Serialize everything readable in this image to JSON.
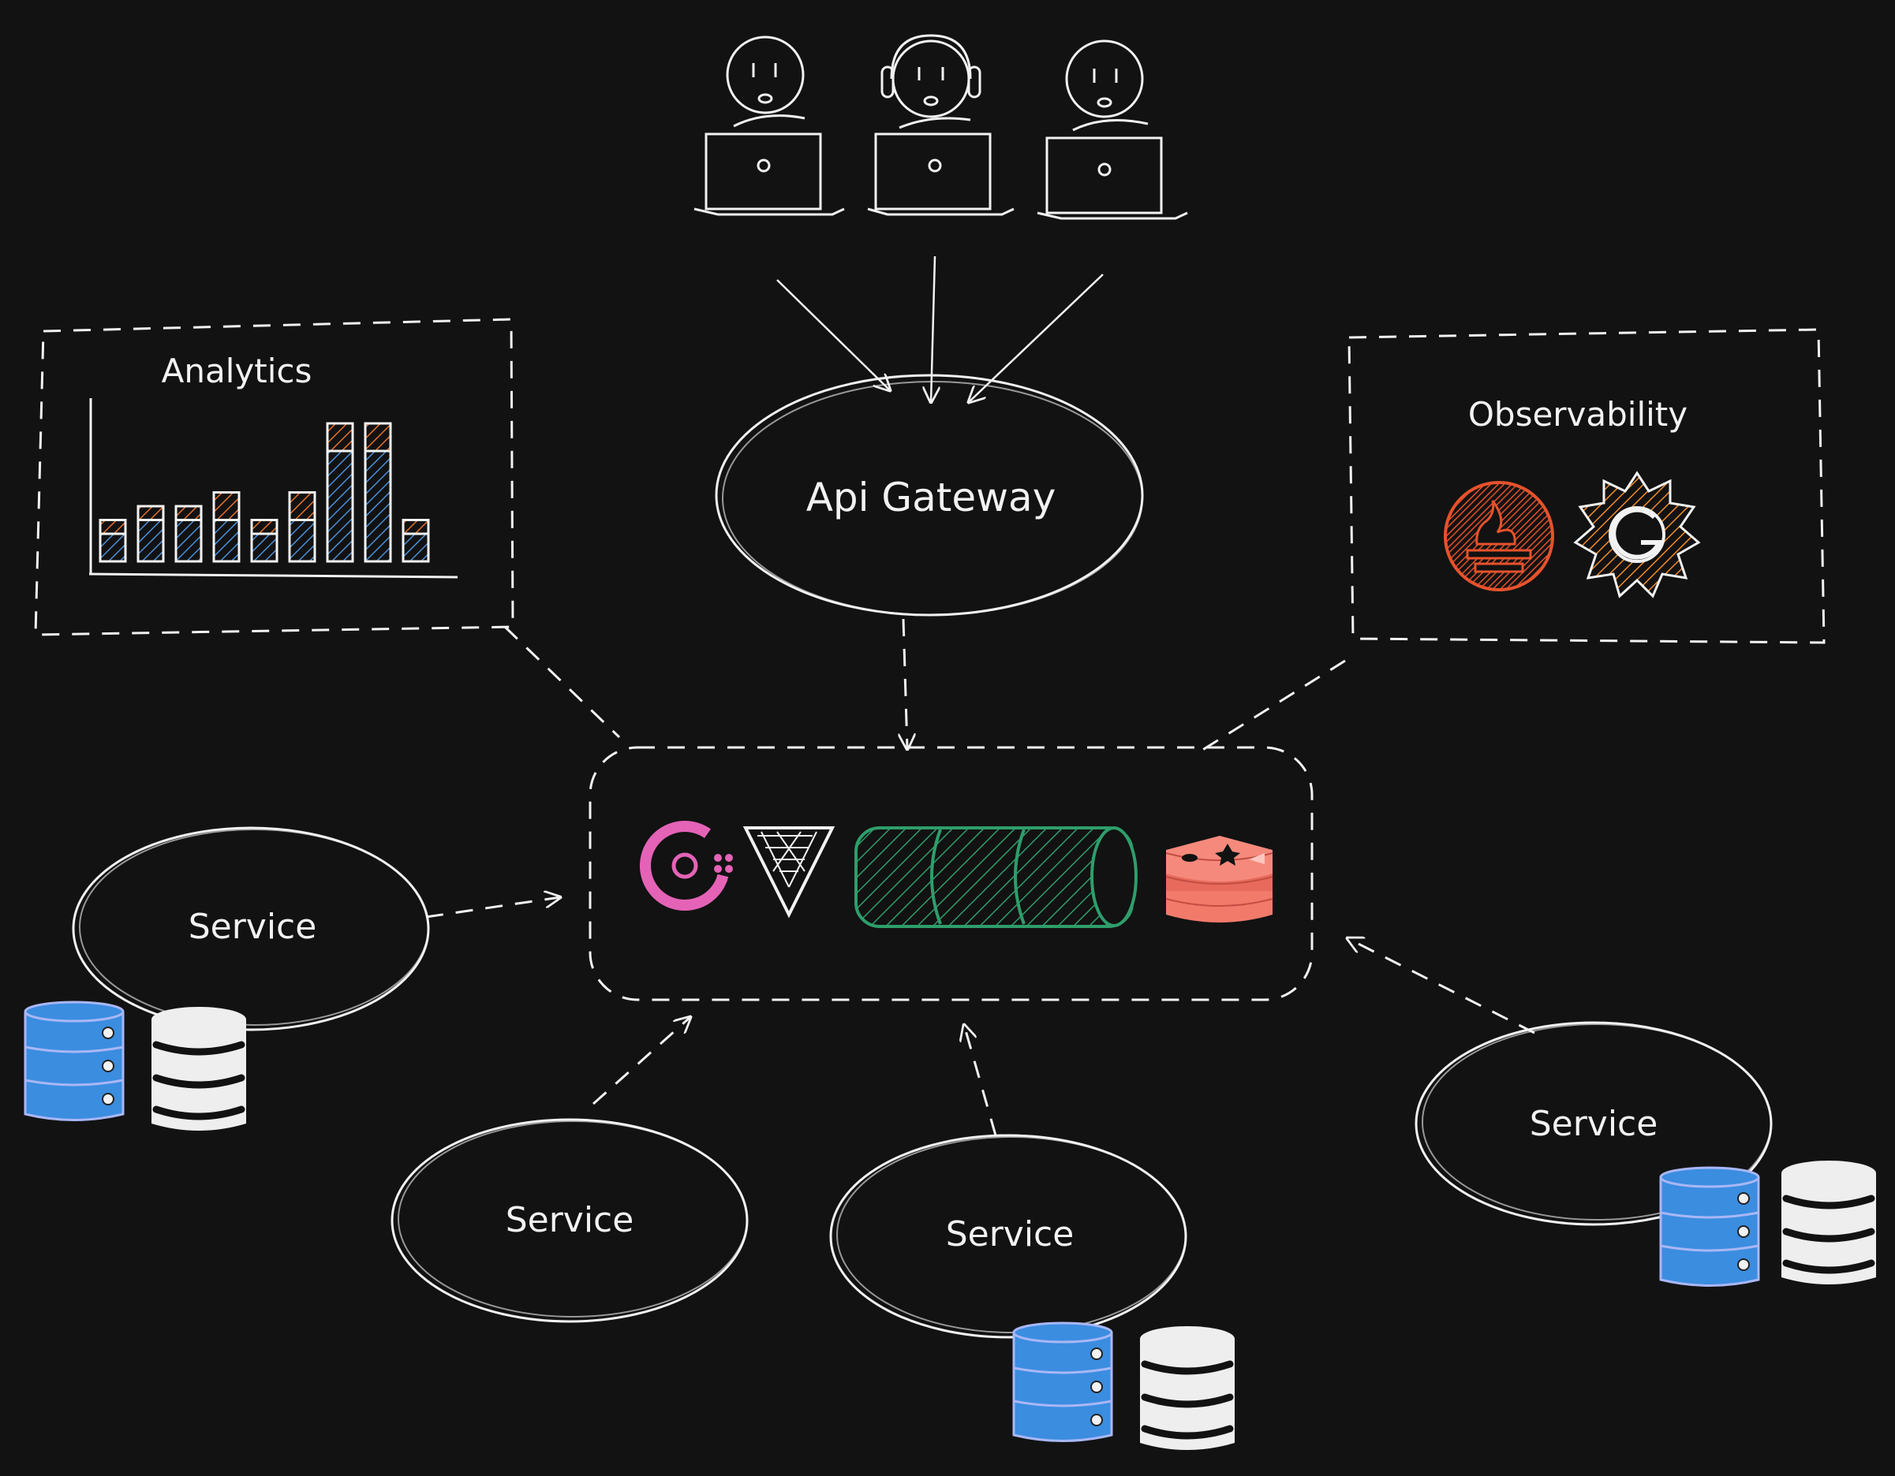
{
  "labels": {
    "analytics": "Analytics",
    "observability": "Observability",
    "gateway": "Api Gateway",
    "service": "Service"
  },
  "colors": {
    "background": "#121212",
    "stroke": "#f2f2f2",
    "db_blue": "#3b8de0",
    "db_blue_outline": "#a9b7f5",
    "db_white": "#eeeeee",
    "bar_blue": "#4a90d9",
    "bar_orange": "#e8712b",
    "consul_pink": "#e463b7",
    "kafka_green": "#2e9e6b",
    "redis_salmon": "#f27a6b",
    "prometheus": "#e6522c",
    "grafana_orange": "#f28c28"
  },
  "chart_data": {
    "type": "bar",
    "title": "Analytics",
    "stacked": true,
    "series": [
      {
        "name": "",
        "values": [
          2,
          3,
          3,
          3,
          2,
          3,
          8,
          8,
          2
        ]
      },
      {
        "name": "",
        "values": [
          1,
          1,
          1,
          2,
          1,
          2,
          2,
          2,
          1
        ]
      }
    ]
  },
  "icons": [
    "user-icon",
    "support-agent-icon",
    "user-icon",
    "laptop-icon",
    "consul-icon",
    "vault-icon",
    "kafka-queue-icon",
    "redis-icon",
    "prometheus-icon",
    "grafana-icon",
    "database-blue-icon",
    "database-white-icon"
  ]
}
